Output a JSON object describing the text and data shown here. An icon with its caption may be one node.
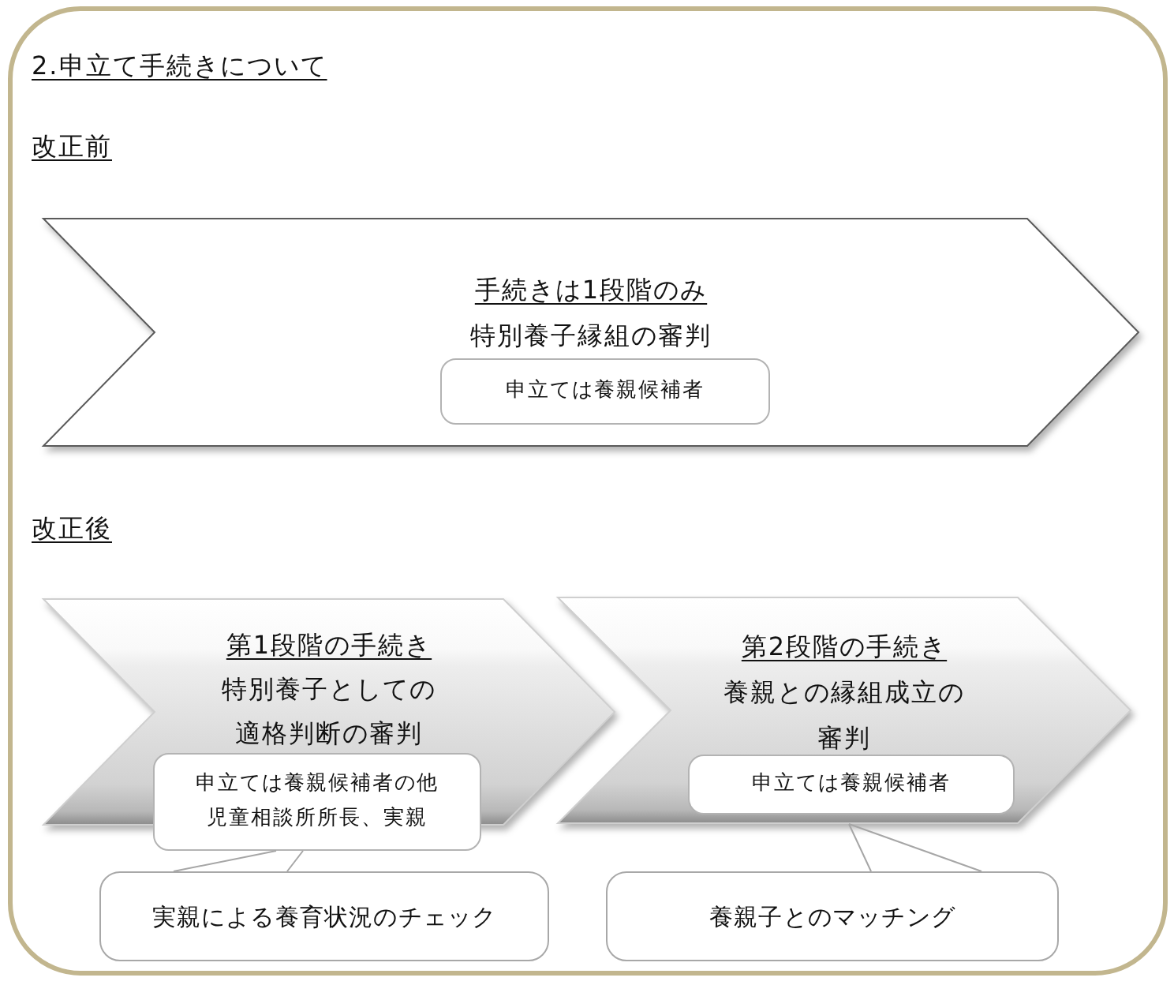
{
  "diagram": {
    "title": "2.申立て手続きについて",
    "nodes": [
      {
        "text": [
          "手続きは1段階のみ",
          "特別養子縁組の審判"
        ]
      },
      {
        "text": [
          "申立ては養親候補者"
        ],
        "in": 0
      },
      {
        "text": [
          "第1段階の手続き",
          "特別養子としての適格判断の審判"
        ]
      },
      {
        "text": [
          "申立ては養親候補者の他",
          "児童相談所所長、実親"
        ]
      },
      {
        "text": [
          "第2段階の手続き",
          "養親との縁組成立の審判"
        ]
      },
      {
        "text": [
          "申立ては養親候補者"
        ],
        "in": 4
      },
      {
        "text": [
          "実親による養育状況のチェック"
        ]
      },
      {
        "text": [
          "養親子とのマッチング"
        ]
      }
    ],
    "edges": [
      {
        "from": 6,
        "to": 3,
        "arrow": "none"
      },
      {
        "from": 7,
        "to": 4,
        "arrow": "none"
      }
    ],
    "labels": [
      "改正前",
      "改正後"
    ]
  }
}
